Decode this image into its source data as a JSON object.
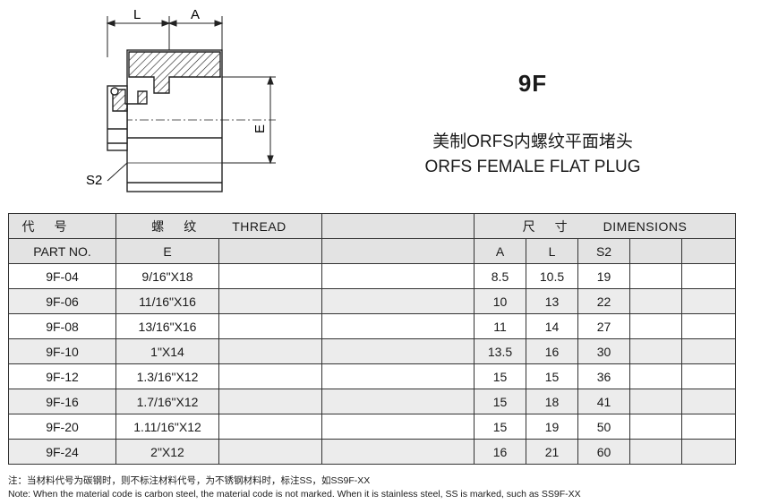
{
  "drawing": {
    "dim_L": "L",
    "dim_A": "A",
    "dim_E": "E",
    "dim_S2": "S2"
  },
  "product": {
    "code": "9F",
    "name_cn": "美制ORFS内螺纹平面堵头",
    "name_en": "ORFS FEMALE FLAT PLUG"
  },
  "table": {
    "header_part_cn": "代号",
    "header_part_en": "PART NO.",
    "header_thread_cn": "螺纹",
    "header_thread_en": "THREAD",
    "header_dim_cn": "尺寸",
    "header_dim_en": "DIMENSIONS",
    "sub_E": "E",
    "sub_A": "A",
    "sub_L": "L",
    "sub_S2": "S2",
    "rows": [
      {
        "part": "9F-04",
        "thread": "9/16\"X18",
        "A": "8.5",
        "L": "10.5",
        "S2": "19"
      },
      {
        "part": "9F-06",
        "thread": "11/16\"X16",
        "A": "10",
        "L": "13",
        "S2": "22"
      },
      {
        "part": "9F-08",
        "thread": "13/16\"X16",
        "A": "11",
        "L": "14",
        "S2": "27"
      },
      {
        "part": "9F-10",
        "thread": "1\"X14",
        "A": "13.5",
        "L": "16",
        "S2": "30"
      },
      {
        "part": "9F-12",
        "thread": "1.3/16\"X12",
        "A": "15",
        "L": "15",
        "S2": "36"
      },
      {
        "part": "9F-16",
        "thread": "1.7/16\"X12",
        "A": "15",
        "L": "18",
        "S2": "41"
      },
      {
        "part": "9F-20",
        "thread": "1.11/16\"X12",
        "A": "15",
        "L": "19",
        "S2": "50"
      },
      {
        "part": "9F-24",
        "thread": "2\"X12",
        "A": "16",
        "L": "21",
        "S2": "60"
      }
    ]
  },
  "notes": {
    "cn": "注：当材料代号为碳钢时，则不标注材料代号，为不锈钢材料时，标注SS，如SS9F-XX",
    "en": "Note: When the material code is carbon steel, the material code is not marked. When it is stainless steel, SS is marked, such as SS9F-XX"
  }
}
